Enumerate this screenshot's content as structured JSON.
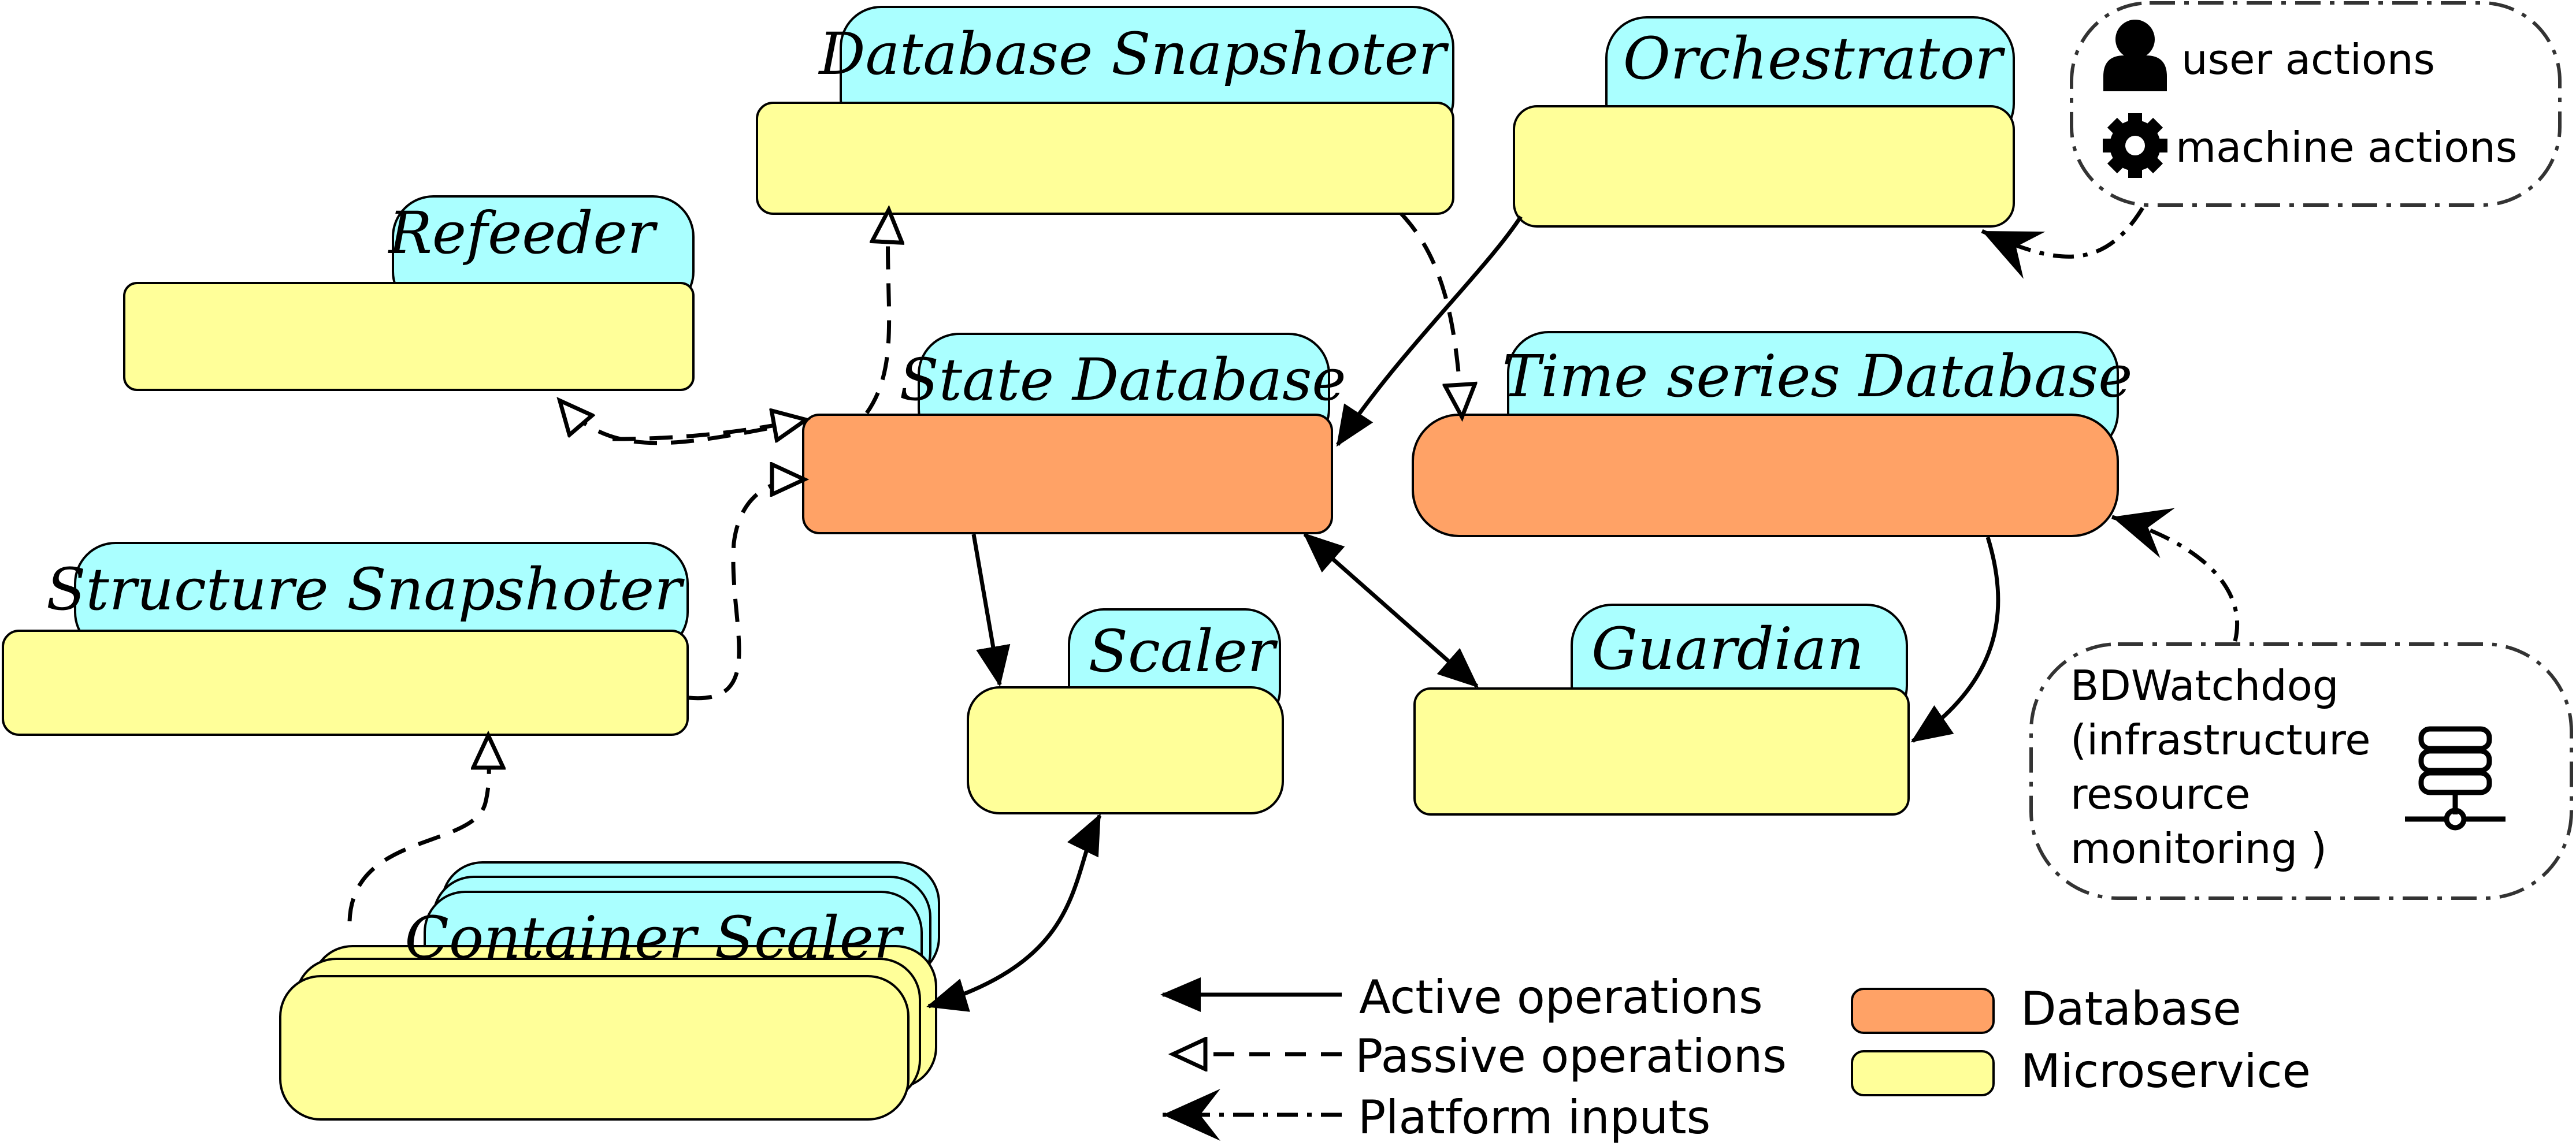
{
  "services": {
    "database_snapshoter": {
      "label": "Database Snapshoter"
    },
    "orchestrator": {
      "label": "Orchestrator"
    },
    "refeeder": {
      "label": "Refeeder"
    },
    "state_database": {
      "label": "State Database"
    },
    "time_series_database": {
      "label": "Time series Database"
    },
    "structure_snapshoter": {
      "label": "Structure Snapshoter"
    },
    "scaler": {
      "label": "Scaler"
    },
    "guardian": {
      "label": "Guardian"
    },
    "container_scaler": {
      "label": "Container Scaler"
    }
  },
  "actors_box": {
    "user_actions": "user actions",
    "machine_actions": "machine actions",
    "user_icon": "user-icon",
    "gear_icon": "gear-icon"
  },
  "bdwatchdog": {
    "lines": [
      "BDWatchdog",
      "(infrastructure",
      "resource",
      "monitoring )"
    ],
    "icon": "server-network-icon"
  },
  "legend": {
    "active": "Active operations",
    "passive": "Passive operations",
    "platform": "Platform inputs",
    "database": "Database",
    "microservice": "Microservice"
  },
  "colors": {
    "tab": "#aaffff",
    "microservice": "#ffff99",
    "database": "#ffa266",
    "line": "#000000"
  }
}
